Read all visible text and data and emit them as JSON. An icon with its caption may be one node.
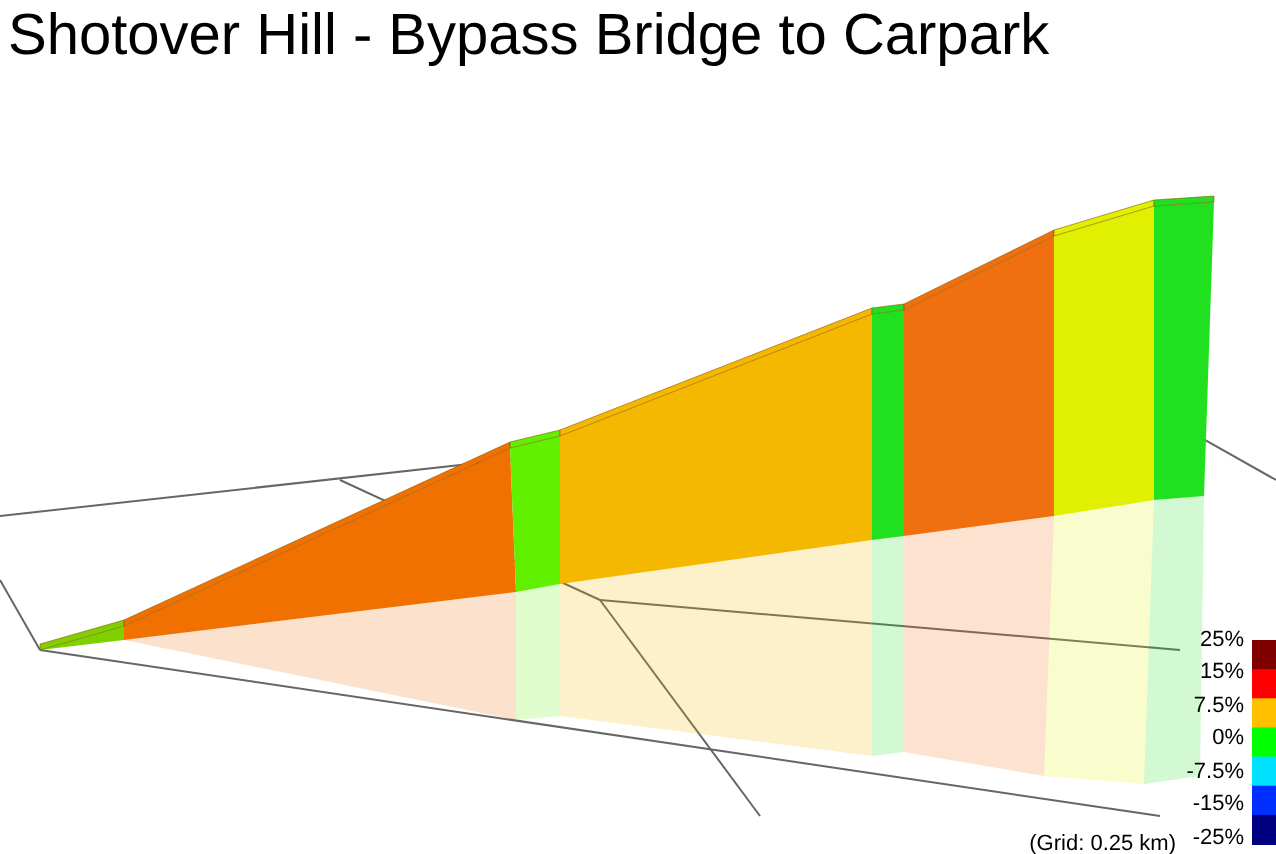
{
  "diagram": {
    "title": "Shotover Hill - Bypass Bridge to Carpark",
    "labels": [
      "(Grid: 0.25 km)"
    ],
    "legend": [
      {
        "text": "25%",
        "color": "#800000"
      },
      {
        "text": "15%",
        "color": "#ff0000"
      },
      {
        "text": "7.5%",
        "color": "#ffc000"
      },
      {
        "text": "0%",
        "color": "#00ff00"
      },
      {
        "text": "-7.5%",
        "color": "#00e0ff"
      },
      {
        "text": "-15%",
        "color": "#0030ff"
      },
      {
        "text": "-25%",
        "color": "#000080"
      }
    ]
  }
}
